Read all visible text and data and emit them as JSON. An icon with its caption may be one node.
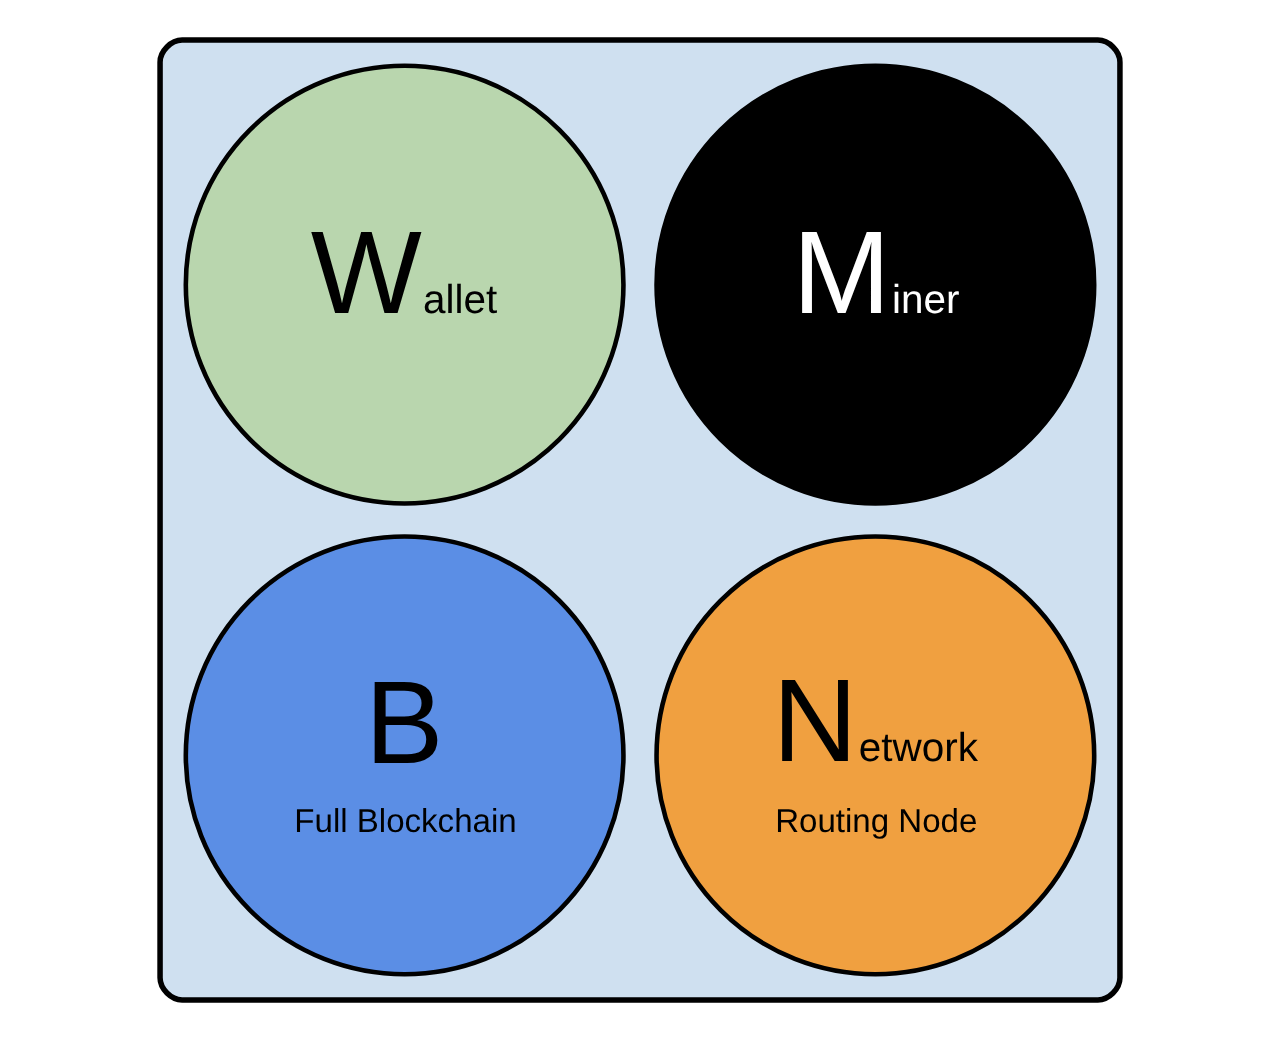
{
  "diagram": {
    "nodes": [
      {
        "text": [],
        "shape": "box"
      },
      {
        "text": [
          "Wallet"
        ],
        "in": 0
      },
      {
        "text": [
          "Miner"
        ],
        "in": 0
      },
      {
        "text": [
          "B",
          "Full Blockchain"
        ],
        "in": 0
      },
      {
        "text": [
          "Network",
          "Routing Node"
        ],
        "in": 0
      }
    ],
    "edges": []
  }
}
